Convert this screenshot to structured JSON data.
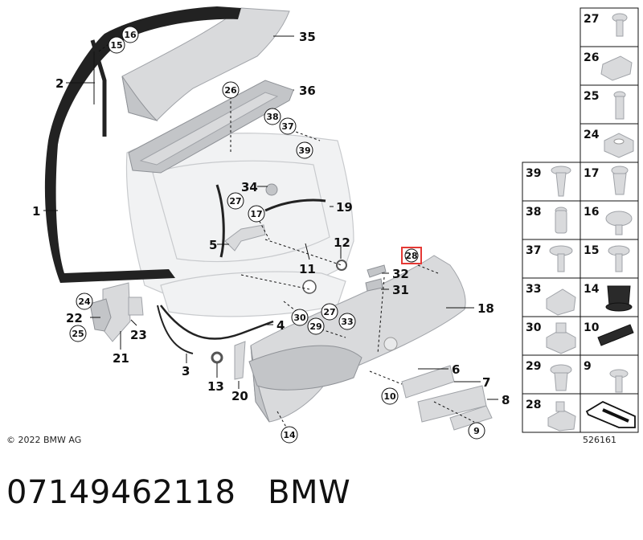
{
  "diagram": {
    "copyright": "© 2022 BMW AG",
    "diagram_number": "526161",
    "part_number": "07149462118",
    "brand": "BMW",
    "highlighted_label": "28"
  },
  "callouts": {
    "c1": "1",
    "c2": "2",
    "c3": "3",
    "c4": "4",
    "c5": "5",
    "c6": "6",
    "c7": "7",
    "c8": "8",
    "c9": "9",
    "c10": "10",
    "c11": "11",
    "c12": "12",
    "c13": "13",
    "c14": "14",
    "c15": "15",
    "c16": "16",
    "c17": "17",
    "c18": "18",
    "c19": "19",
    "c20": "20",
    "c21": "21",
    "c22": "22",
    "c23": "23",
    "c24": "24",
    "c25": "25",
    "c26": "26",
    "c27a": "27",
    "c27b": "27",
    "c28": "28",
    "c29": "29",
    "c30": "30",
    "c31": "31",
    "c32": "32",
    "c33": "33",
    "c34": "34",
    "c35": "35",
    "c36": "36",
    "c37": "37",
    "c38": "38",
    "c39": "39"
  },
  "grid_labels": {
    "g27": "27",
    "g26": "26",
    "g25": "25",
    "g24": "24",
    "g39": "39",
    "g17": "17",
    "g38": "38",
    "g16": "16",
    "g37": "37",
    "g15": "15",
    "g33": "33",
    "g14": "14",
    "g30": "30",
    "g10": "10",
    "g29": "29",
    "g9": "9",
    "g28": "28"
  },
  "colors": {
    "part": "#d9dadc",
    "outline": "#a0a3a8",
    "highlight": "#e53935",
    "seal": "#1a1a1a"
  }
}
